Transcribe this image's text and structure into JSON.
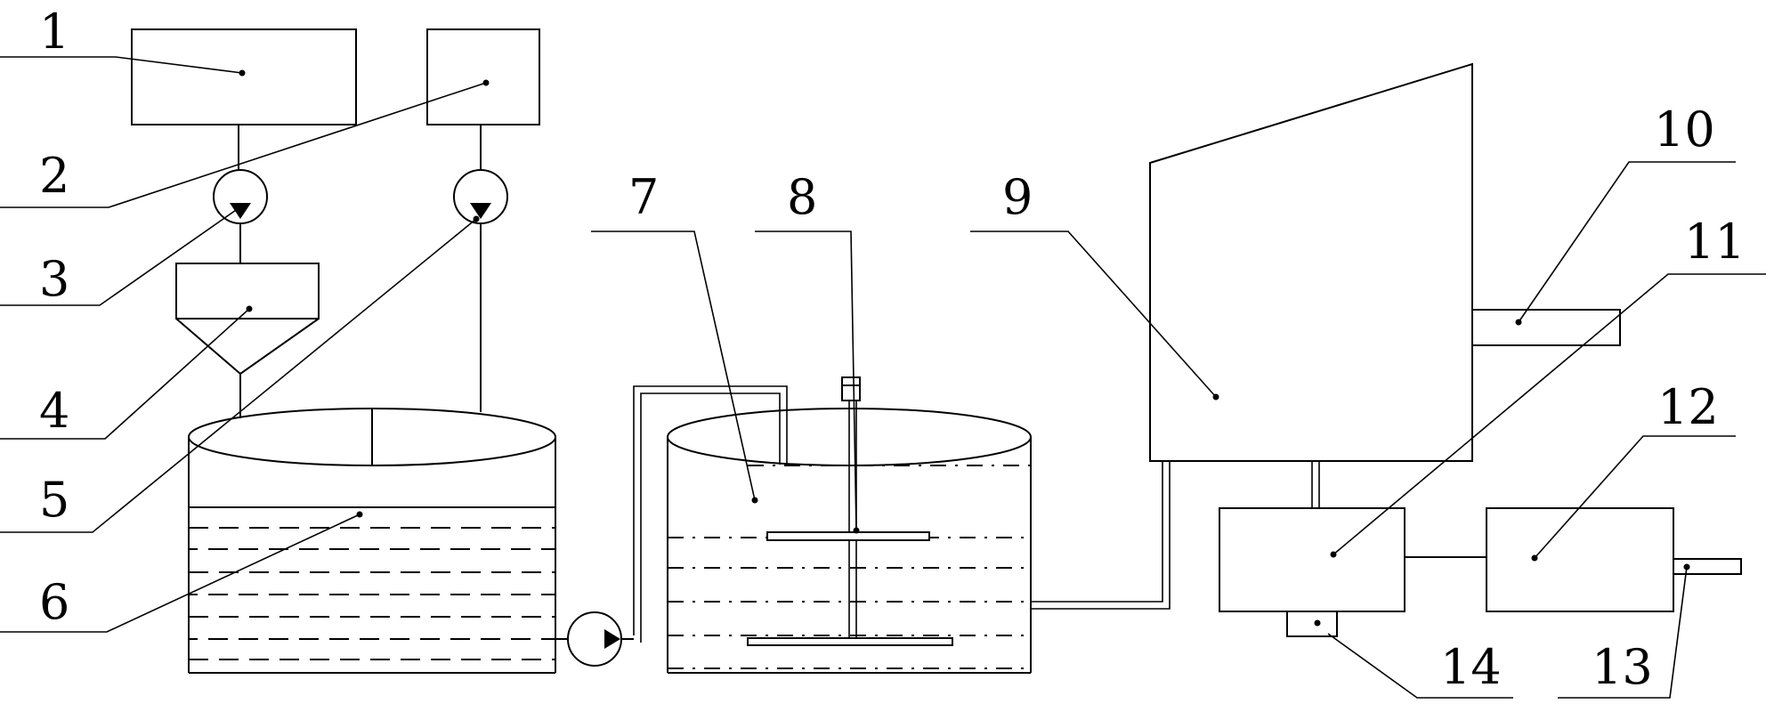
{
  "diagram": {
    "labels": {
      "l1": "1",
      "l2": "2",
      "l3": "3",
      "l4": "4",
      "l5": "5",
      "l6": "6",
      "l7": "7",
      "l8": "8",
      "l9": "9",
      "l10": "10",
      "l11": "11",
      "l12": "12",
      "l13": "13",
      "l14": "14"
    }
  }
}
